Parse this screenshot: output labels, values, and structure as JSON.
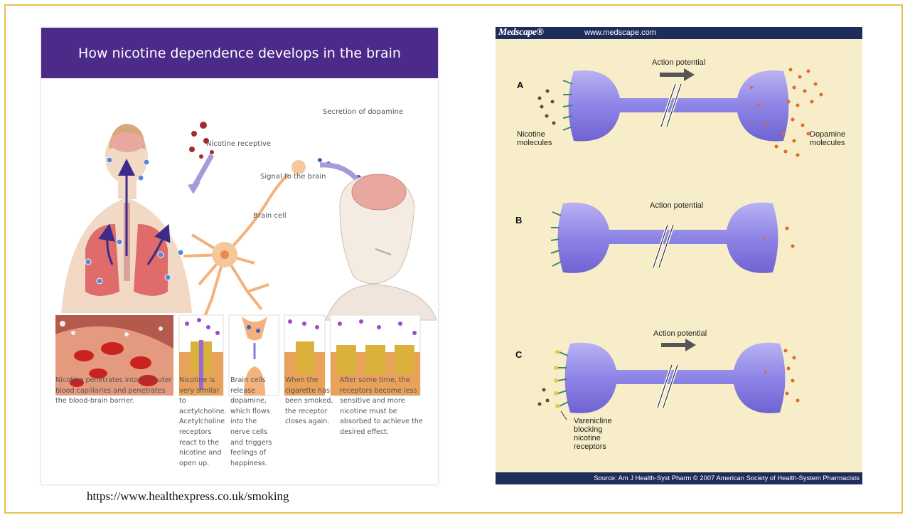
{
  "left": {
    "title": "How nicotine dependence develops in the brain",
    "labels": {
      "secretion": "Secretion of dopamine",
      "receptive": "Nicotine receptive",
      "signal": "Signal to the brain",
      "brain_cell": "Brain cell"
    },
    "captions": [
      "Nicotine penetrates into the outer blood capillaries and penetrates the blood-brain barrier.",
      "Nicotine is very similar to acetylcholine. Acetylcholine receptors react to the nicotine and open up.",
      "Brain cells release dopamine, which flows into the nerve cells and triggers feelings of happiness.",
      "When the cigarette has been smoked, the receptor closes again.",
      "After some time, the receptors become less sensitive and more nicotine must be absorbed to achieve the desired effect."
    ],
    "source_url": "https://www.healthexpress.co.uk/smoking"
  },
  "right": {
    "brand": "Medscape®",
    "url": "www.medscape.com",
    "panels": {
      "a": {
        "letter": "A",
        "action": "Action potential",
        "nicotine": "Nicotine molecules",
        "dopamine": "Dopamine molecules"
      },
      "b": {
        "letter": "B",
        "action": "Action potential"
      },
      "c": {
        "letter": "C",
        "action": "Action potential",
        "varenicline": "Varenicline blocking nicotine receptors"
      }
    },
    "source": "Source: Am J Health-Syst Pharm © 2007 American Society of Health-System Pharmacists"
  },
  "colors": {
    "title_bar": "#4b2a8a",
    "neuron": "#8e84e6",
    "dopamine": "#e06a2a",
    "frame": "#e8c34a"
  }
}
